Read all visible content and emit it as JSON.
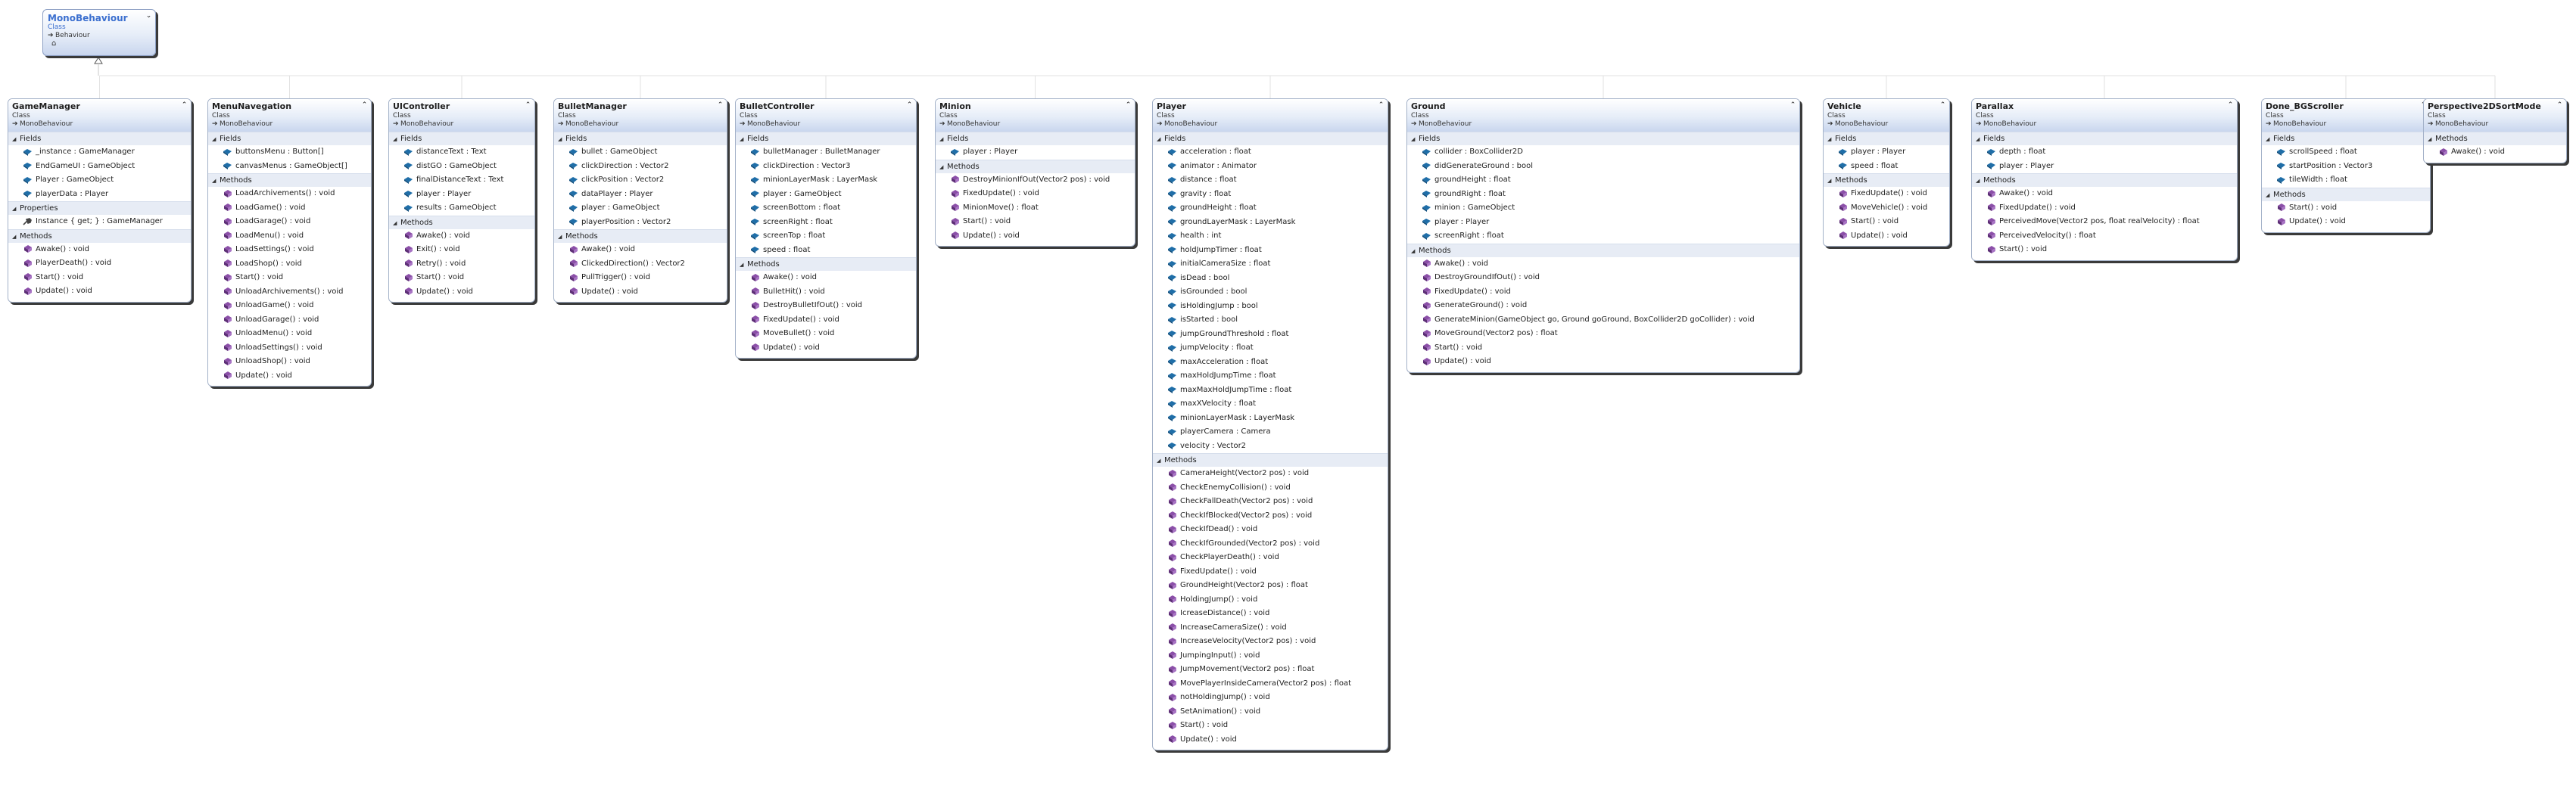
{
  "diagram": {
    "colors": {
      "field_icon": "#1f6ea8",
      "method_icon": "#8b4fa8",
      "property_icon": "#444444",
      "border": "#a3b1c8",
      "header_accent": "#3b6fcf"
    },
    "base_class": {
      "name": "MonoBehaviour",
      "kind": "Class",
      "base": "Behaviour",
      "toggle": "⌄"
    },
    "classes": [
      {
        "name": "GameManager",
        "kind": "Class",
        "base": "MonoBehaviour",
        "sections": [
          {
            "title": "Fields",
            "icon": "field",
            "items": [
              "_instance : GameManager",
              "EndGameUI : GameObject",
              "Player : GameObject",
              "playerData : Player"
            ]
          },
          {
            "title": "Properties",
            "icon": "property",
            "items": [
              "Instance { get; } : GameManager"
            ]
          },
          {
            "title": "Methods",
            "icon": "method",
            "items": [
              "Awake() : void",
              "PlayerDeath() : void",
              "Start() : void",
              "Update() : void"
            ]
          }
        ]
      },
      {
        "name": "MenuNavegation",
        "kind": "Class",
        "base": "MonoBehaviour",
        "sections": [
          {
            "title": "Fields",
            "icon": "field",
            "items": [
              "buttonsMenu : Button[]",
              "canvasMenus : GameObject[]"
            ]
          },
          {
            "title": "Methods",
            "icon": "method",
            "items": [
              "LoadArchivements() : void",
              "LoadGame() : void",
              "LoadGarage() : void",
              "LoadMenu() : void",
              "LoadSettings() : void",
              "LoadShop() : void",
              "Start() : void",
              "UnloadArchivements() : void",
              "UnloadGame() : void",
              "UnloadGarage() : void",
              "UnloadMenu() : void",
              "UnloadSettings() : void",
              "UnloadShop() : void",
              "Update() : void"
            ]
          }
        ]
      },
      {
        "name": "UIController",
        "kind": "Class",
        "base": "MonoBehaviour",
        "sections": [
          {
            "title": "Fields",
            "icon": "field",
            "items": [
              "distanceText : Text",
              "distGO : GameObject",
              "finalDistanceText : Text",
              "player : Player",
              "results : GameObject"
            ]
          },
          {
            "title": "Methods",
            "icon": "method",
            "items": [
              "Awake() : void",
              "Exit() : void",
              "Retry() : void",
              "Start() : void",
              "Update() : void"
            ]
          }
        ]
      },
      {
        "name": "BulletManager",
        "kind": "Class",
        "base": "MonoBehaviour",
        "sections": [
          {
            "title": "Fields",
            "icon": "field",
            "items": [
              "bullet : GameObject",
              "clickDirection : Vector2",
              "clickPosition : Vector2",
              "dataPlayer : Player",
              "player : GameObject",
              "playerPosition : Vector2"
            ]
          },
          {
            "title": "Methods",
            "icon": "method",
            "items": [
              "Awake() : void",
              "ClickedDirection() : Vector2",
              "PullTrigger() : void",
              "Update() : void"
            ]
          }
        ]
      },
      {
        "name": "BulletController",
        "kind": "Class",
        "base": "MonoBehaviour",
        "sections": [
          {
            "title": "Fields",
            "icon": "field",
            "items": [
              "bulletManager : BulletManager",
              "clickDirection : Vector3",
              "minionLayerMask : LayerMask",
              "player : GameObject",
              "screenBottom : float",
              "screenRight : float",
              "screenTop : float",
              "speed : float"
            ]
          },
          {
            "title": "Methods",
            "icon": "method",
            "items": [
              "Awake() : void",
              "BulletHit() : void",
              "DestroyBulletIfOut() : void",
              "FixedUpdate() : void",
              "MoveBullet() : void",
              "Update() : void"
            ]
          }
        ]
      },
      {
        "name": "Minion",
        "kind": "Class",
        "base": "MonoBehaviour",
        "sections": [
          {
            "title": "Fields",
            "icon": "field",
            "items": [
              "player : Player"
            ]
          },
          {
            "title": "Methods",
            "icon": "method",
            "items": [
              "DestroyMinionIfOut(Vector2 pos) : void",
              "FixedUpdate() : void",
              "MinionMove() : float",
              "Start() : void",
              "Update() : void"
            ]
          }
        ]
      },
      {
        "name": "Player",
        "kind": "Class",
        "base": "MonoBehaviour",
        "sections": [
          {
            "title": "Fields",
            "icon": "field",
            "items": [
              "acceleration : float",
              "animator : Animator",
              "distance : float",
              "gravity : float",
              "groundHeight : float",
              "groundLayerMask : LayerMask",
              "health : int",
              "holdJumpTimer : float",
              "initialCameraSize : float",
              "isDead : bool",
              "isGrounded : bool",
              "isHoldingJump : bool",
              "isStarted : bool",
              "jumpGroundThreshold : float",
              "jumpVelocity : float",
              "maxAcceleration : float",
              "maxHoldJumpTime : float",
              "maxMaxHoldJumpTime : float",
              "maxXVelocity : float",
              "minionLayerMask : LayerMask",
              "playerCamera : Camera",
              "velocity : Vector2"
            ]
          },
          {
            "title": "Methods",
            "icon": "method",
            "items": [
              "CameraHeight(Vector2 pos) : void",
              "CheckEnemyCollision() : void",
              "CheckFallDeath(Vector2 pos) : void",
              "CheckIfBlocked(Vector2 pos) : void",
              "CheckIfDead() : void",
              "CheckIfGrounded(Vector2 pos) : void",
              "CheckPlayerDeath() : void",
              "FixedUpdate() : void",
              "GroundHeight(Vector2 pos) : float",
              "HoldingJump() : void",
              "IcreaseDistance() : void",
              "IncreaseCameraSize() : void",
              "IncreaseVelocity(Vector2 pos) : void",
              "JumpingInput() : void",
              "JumpMovement(Vector2 pos) : float",
              "MovePlayerInsideCamera(Vector2 pos) : float",
              "notHoldingJump() : void",
              "SetAnimation() : void",
              "Start() : void",
              "Update() : void"
            ]
          }
        ]
      },
      {
        "name": "Ground",
        "kind": "Class",
        "base": "MonoBehaviour",
        "sections": [
          {
            "title": "Fields",
            "icon": "field",
            "items": [
              "collider : BoxCollider2D",
              "didGenerateGround : bool",
              "groundHeight : float",
              "groundRight : float",
              "minion : GameObject",
              "player : Player",
              "screenRight : float"
            ]
          },
          {
            "title": "Methods",
            "icon": "method",
            "items": [
              "Awake() : void",
              "DestroyGroundIfOut() : void",
              "FixedUpdate() : void",
              "GenerateGround() : void",
              "GenerateMinion(GameObject go, Ground goGround, BoxCollider2D goCollider) : void",
              "MoveGround(Vector2 pos) : float",
              "Start() : void",
              "Update() : void"
            ]
          }
        ]
      },
      {
        "name": "Vehicle",
        "kind": "Class",
        "base": "MonoBehaviour",
        "sections": [
          {
            "title": "Fields",
            "icon": "field",
            "items": [
              "player : Player",
              "speed : float"
            ]
          },
          {
            "title": "Methods",
            "icon": "method",
            "items": [
              "FixedUpdate() : void",
              "MoveVehicle() : void",
              "Start() : void",
              "Update() : void"
            ]
          }
        ]
      },
      {
        "name": "Parallax",
        "kind": "Class",
        "base": "MonoBehaviour",
        "sections": [
          {
            "title": "Fields",
            "icon": "field",
            "items": [
              "depth : float",
              "player : Player"
            ]
          },
          {
            "title": "Methods",
            "icon": "method",
            "items": [
              "Awake() : void",
              "FixedUpdate() : void",
              "PerceivedMove(Vector2 pos, float realVelocity) : float",
              "PerceivedVelocity() : float",
              "Start() : void"
            ]
          }
        ]
      },
      {
        "name": "Done_BGScroller",
        "kind": "Class",
        "base": "MonoBehaviour",
        "sections": [
          {
            "title": "Fields",
            "icon": "field",
            "items": [
              "scrollSpeed : float",
              "startPosition : Vector3",
              "tileWidth : float"
            ]
          },
          {
            "title": "Methods",
            "icon": "method",
            "items": [
              "Start() : void",
              "Update() : void"
            ]
          }
        ]
      },
      {
        "name": "Perspective2DSortMode",
        "kind": "Class",
        "base": "MonoBehaviour",
        "sections": [
          {
            "title": "Methods",
            "icon": "method",
            "items": [
              "Awake() : void"
            ]
          }
        ]
      }
    ]
  }
}
